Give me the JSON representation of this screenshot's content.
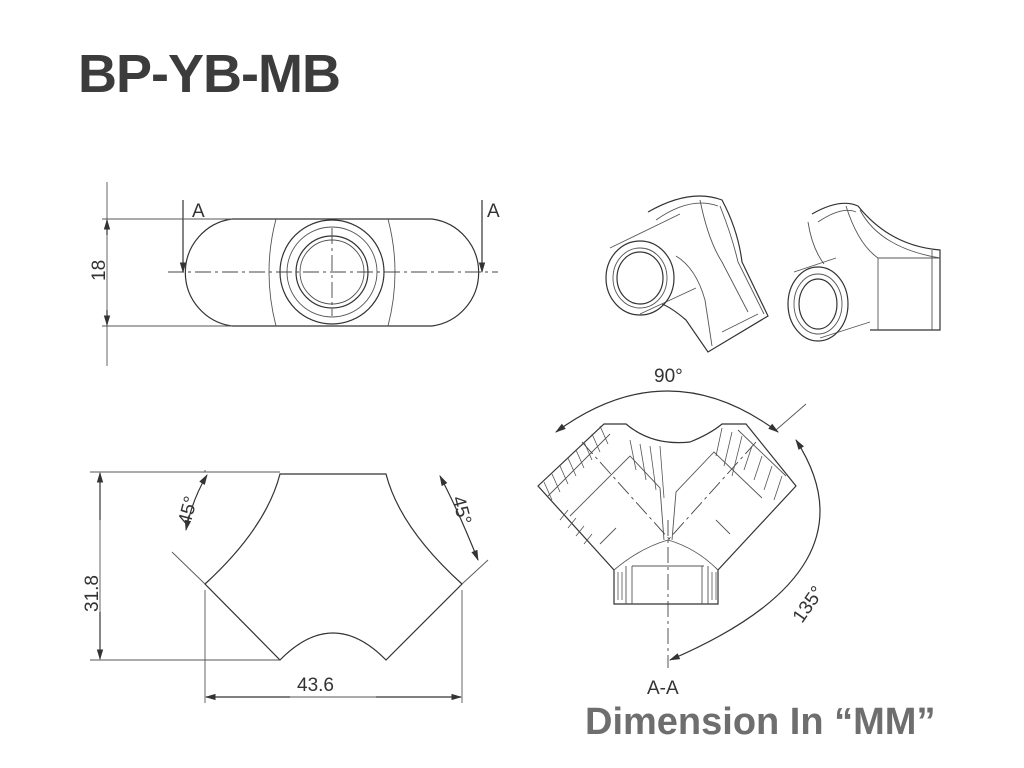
{
  "title": "BP-YB-MB",
  "top_view": {
    "section_mark_left": "A",
    "section_mark_right": "A",
    "height_dim": "18"
  },
  "front_view": {
    "height_dim": "31.8",
    "width_dim": "43.6",
    "angle_left": "45°",
    "angle_right": "45°"
  },
  "section_view": {
    "angle_top": "90°",
    "angle_right": "135°",
    "label": "A-A"
  },
  "unit_note": "Dimension In “MM”"
}
